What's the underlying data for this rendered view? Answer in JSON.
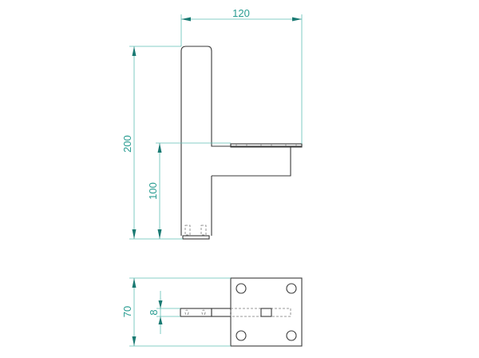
{
  "drawing": {
    "dimensions": {
      "width_top": "120",
      "height_total": "200",
      "height_arm": "100",
      "depth_plate": "70",
      "thickness": "8"
    },
    "colors": {
      "object": "#3a3a3a",
      "dimension": "#5fbfb5",
      "dimension_text": "#2a9d92"
    }
  }
}
